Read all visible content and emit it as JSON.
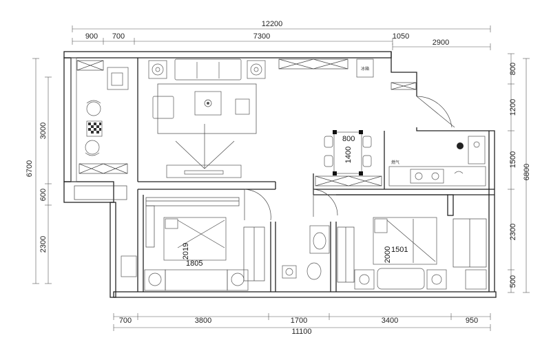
{
  "top_dims": {
    "total": "12200",
    "segments": [
      "900",
      "700",
      "7300",
      "1050"
    ],
    "extra": "2900"
  },
  "bottom_dims": {
    "segments": [
      "700",
      "3800",
      "1700",
      "3400",
      "950"
    ],
    "total": "11100"
  },
  "left_dims": {
    "outer": "6700",
    "inner": [
      "3000",
      "600",
      "2300"
    ]
  },
  "right_dims": {
    "outer": "6800",
    "inner": [
      "800",
      "1200",
      "1500",
      "2300",
      "500"
    ]
  },
  "labels": {
    "dining": [
      "800",
      "1400"
    ],
    "master_bed": [
      "2019",
      "1805"
    ],
    "second_bed": [
      "2000",
      "1501"
    ],
    "fridge": "冰箱",
    "gas": "燃气"
  }
}
